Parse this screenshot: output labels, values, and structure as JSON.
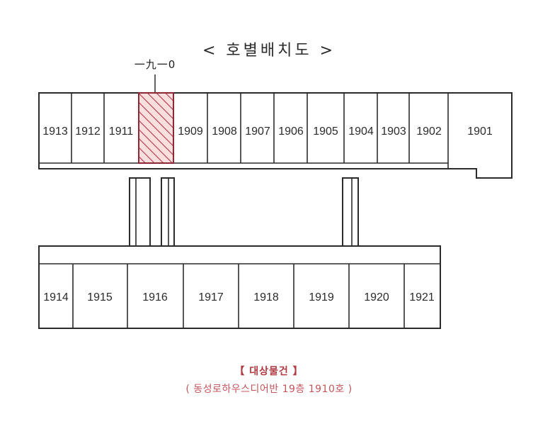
{
  "document": {
    "title": "< 호별배치도 >",
    "pointer_label": "一九一0"
  },
  "floorplan": {
    "top_row": [
      {
        "id": "1913",
        "label": "1913"
      },
      {
        "id": "1912",
        "label": "1912"
      },
      {
        "id": "1911",
        "label": "1911"
      },
      {
        "id": "1910",
        "label": "",
        "highlighted": true
      },
      {
        "id": "1909",
        "label": "1909"
      },
      {
        "id": "1908",
        "label": "1908"
      },
      {
        "id": "1907",
        "label": "1907"
      },
      {
        "id": "1906",
        "label": "1906"
      },
      {
        "id": "1905",
        "label": "1905"
      },
      {
        "id": "1904",
        "label": "1904"
      },
      {
        "id": "1903",
        "label": "1903"
      },
      {
        "id": "1902",
        "label": "1902"
      },
      {
        "id": "1901",
        "label": "1901"
      }
    ],
    "bottom_row": [
      {
        "id": "1914",
        "label": "1914"
      },
      {
        "id": "1915",
        "label": "1915"
      },
      {
        "id": "1916",
        "label": "1916"
      },
      {
        "id": "1917",
        "label": "1917"
      },
      {
        "id": "1918",
        "label": "1918"
      },
      {
        "id": "1919",
        "label": "1919"
      },
      {
        "id": "1920",
        "label": "1920"
      },
      {
        "id": "1921",
        "label": "1921"
      }
    ]
  },
  "caption": {
    "main": "【 대상물건 】",
    "sub": "( 동성로하우스디어반 19층 1910호 )"
  },
  "colors": {
    "line": "#2b2b2b",
    "highlight_stroke": "#8d2836",
    "highlight_fill": "#fbdede",
    "highlight_hatch": "#b1384a",
    "caption_main": "#b03a42",
    "caption_sub": "#c3565c",
    "background": "#ffffff"
  }
}
